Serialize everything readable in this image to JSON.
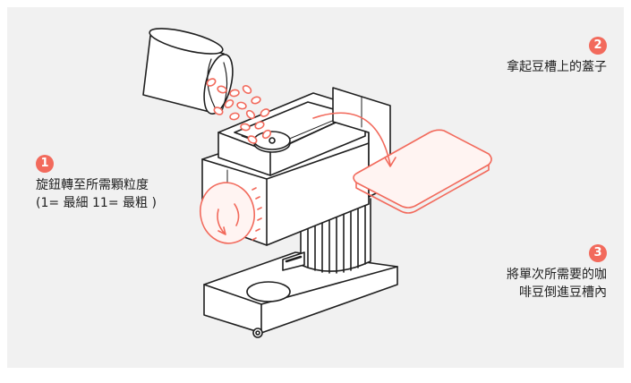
{
  "illustration": {
    "subject": "coffee-grinder-icon",
    "accent_color": "#f26a5c",
    "line_color": "#1f1f1f",
    "background": "#f1f1f1"
  },
  "steps": [
    {
      "number": "1",
      "lines": [
        "旋鈕轉至所需顆粒度",
        "(1= 最細 11= 最粗 )"
      ]
    },
    {
      "number": "2",
      "lines": [
        "拿起豆槽上的蓋子"
      ]
    },
    {
      "number": "3",
      "lines": [
        "將單次所需要的咖",
        "啡豆倒進豆槽內"
      ]
    }
  ]
}
